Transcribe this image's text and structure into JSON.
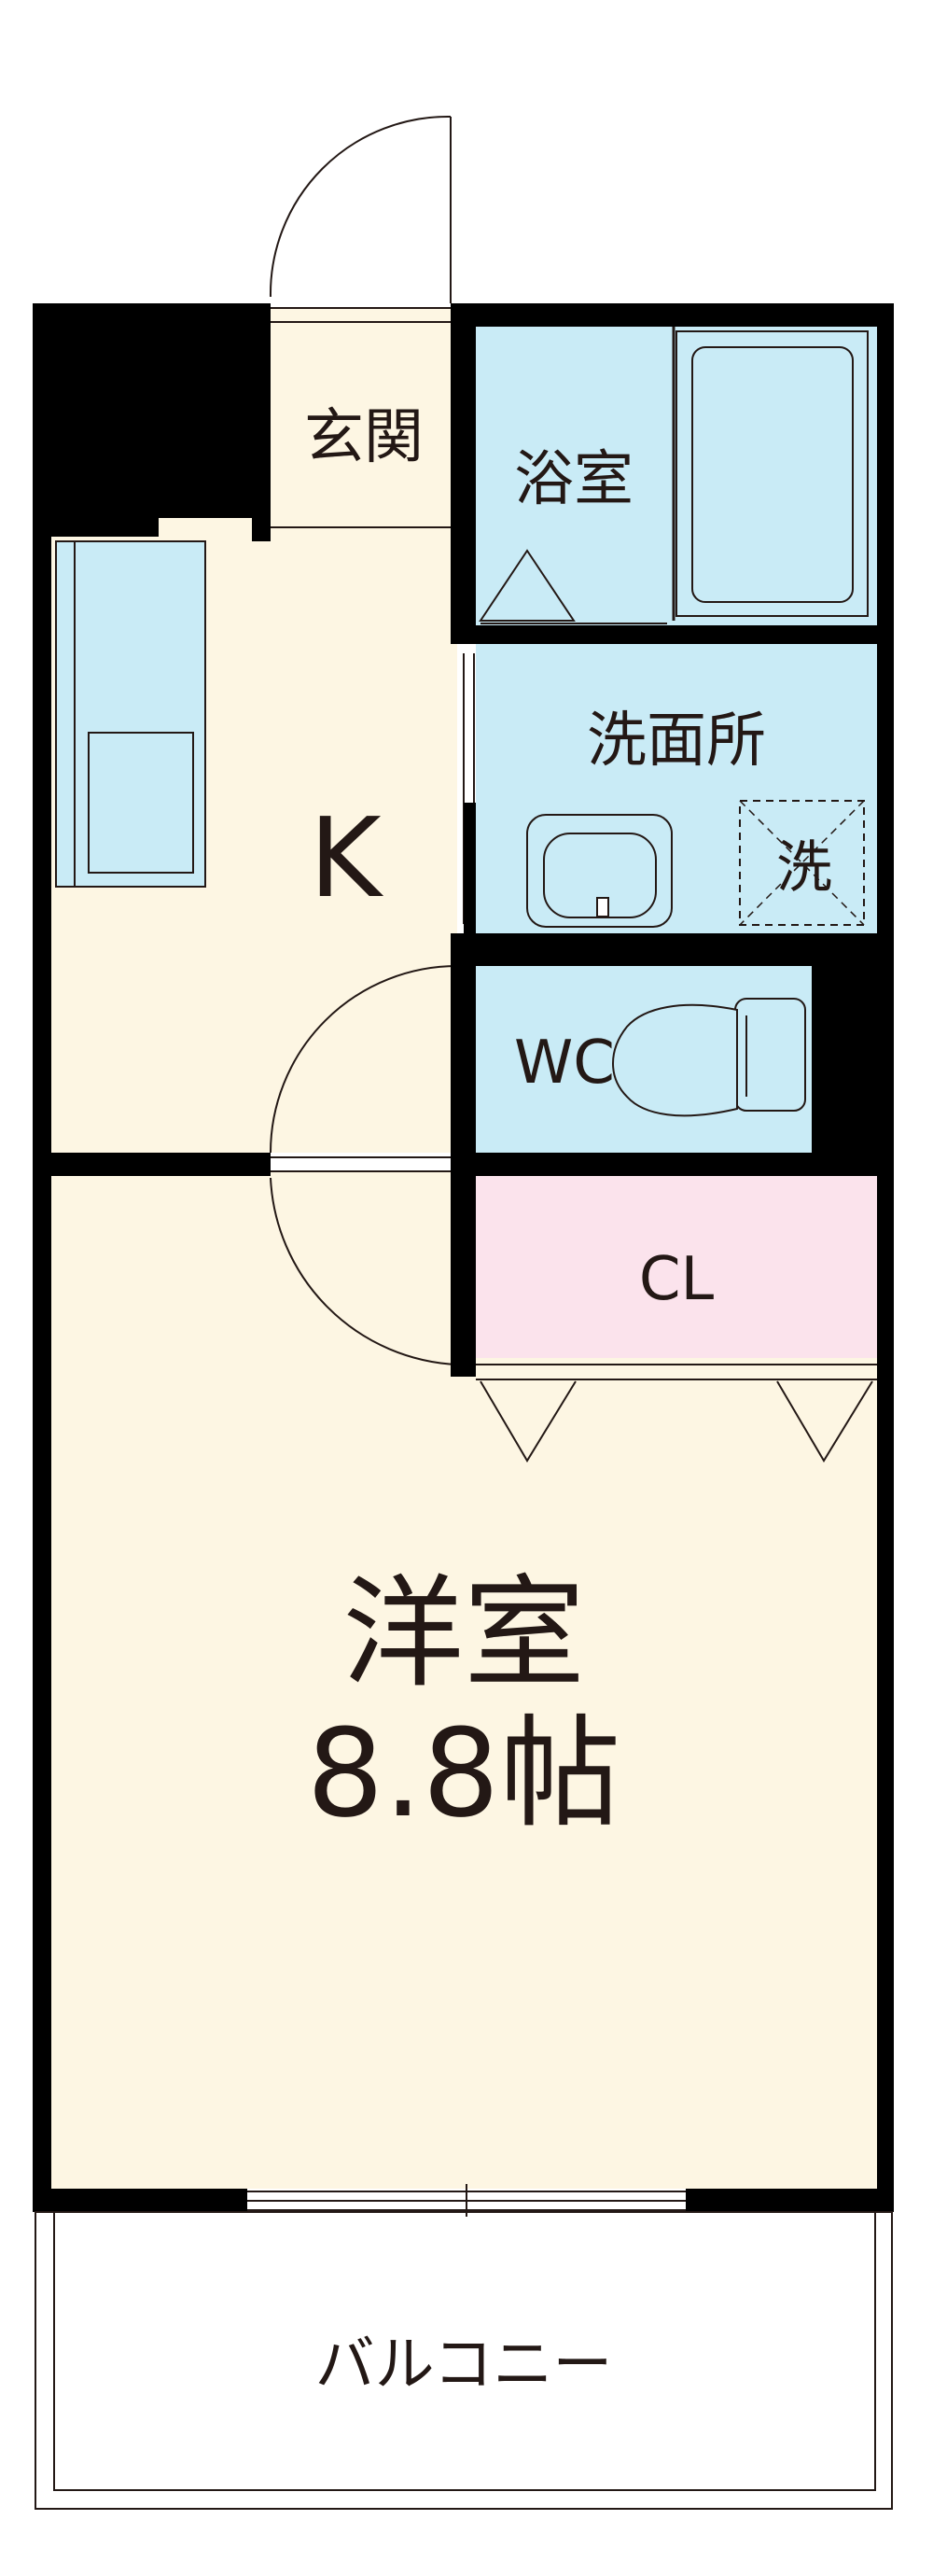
{
  "rooms": {
    "entrance": "玄関",
    "bath": "浴室",
    "washroom": "洗面所",
    "washer": "洗",
    "kitchen": "K",
    "toilet": "WC",
    "closet": "CL",
    "western_room": "洋室",
    "western_room_size": "8.8帖",
    "balcony": "バルコニー"
  },
  "colors": {
    "floor": "#fdf6e3",
    "wet_area": "#c9ebf6",
    "storage": "#fbe3ec",
    "wall": "#000000",
    "line": "#231815"
  }
}
